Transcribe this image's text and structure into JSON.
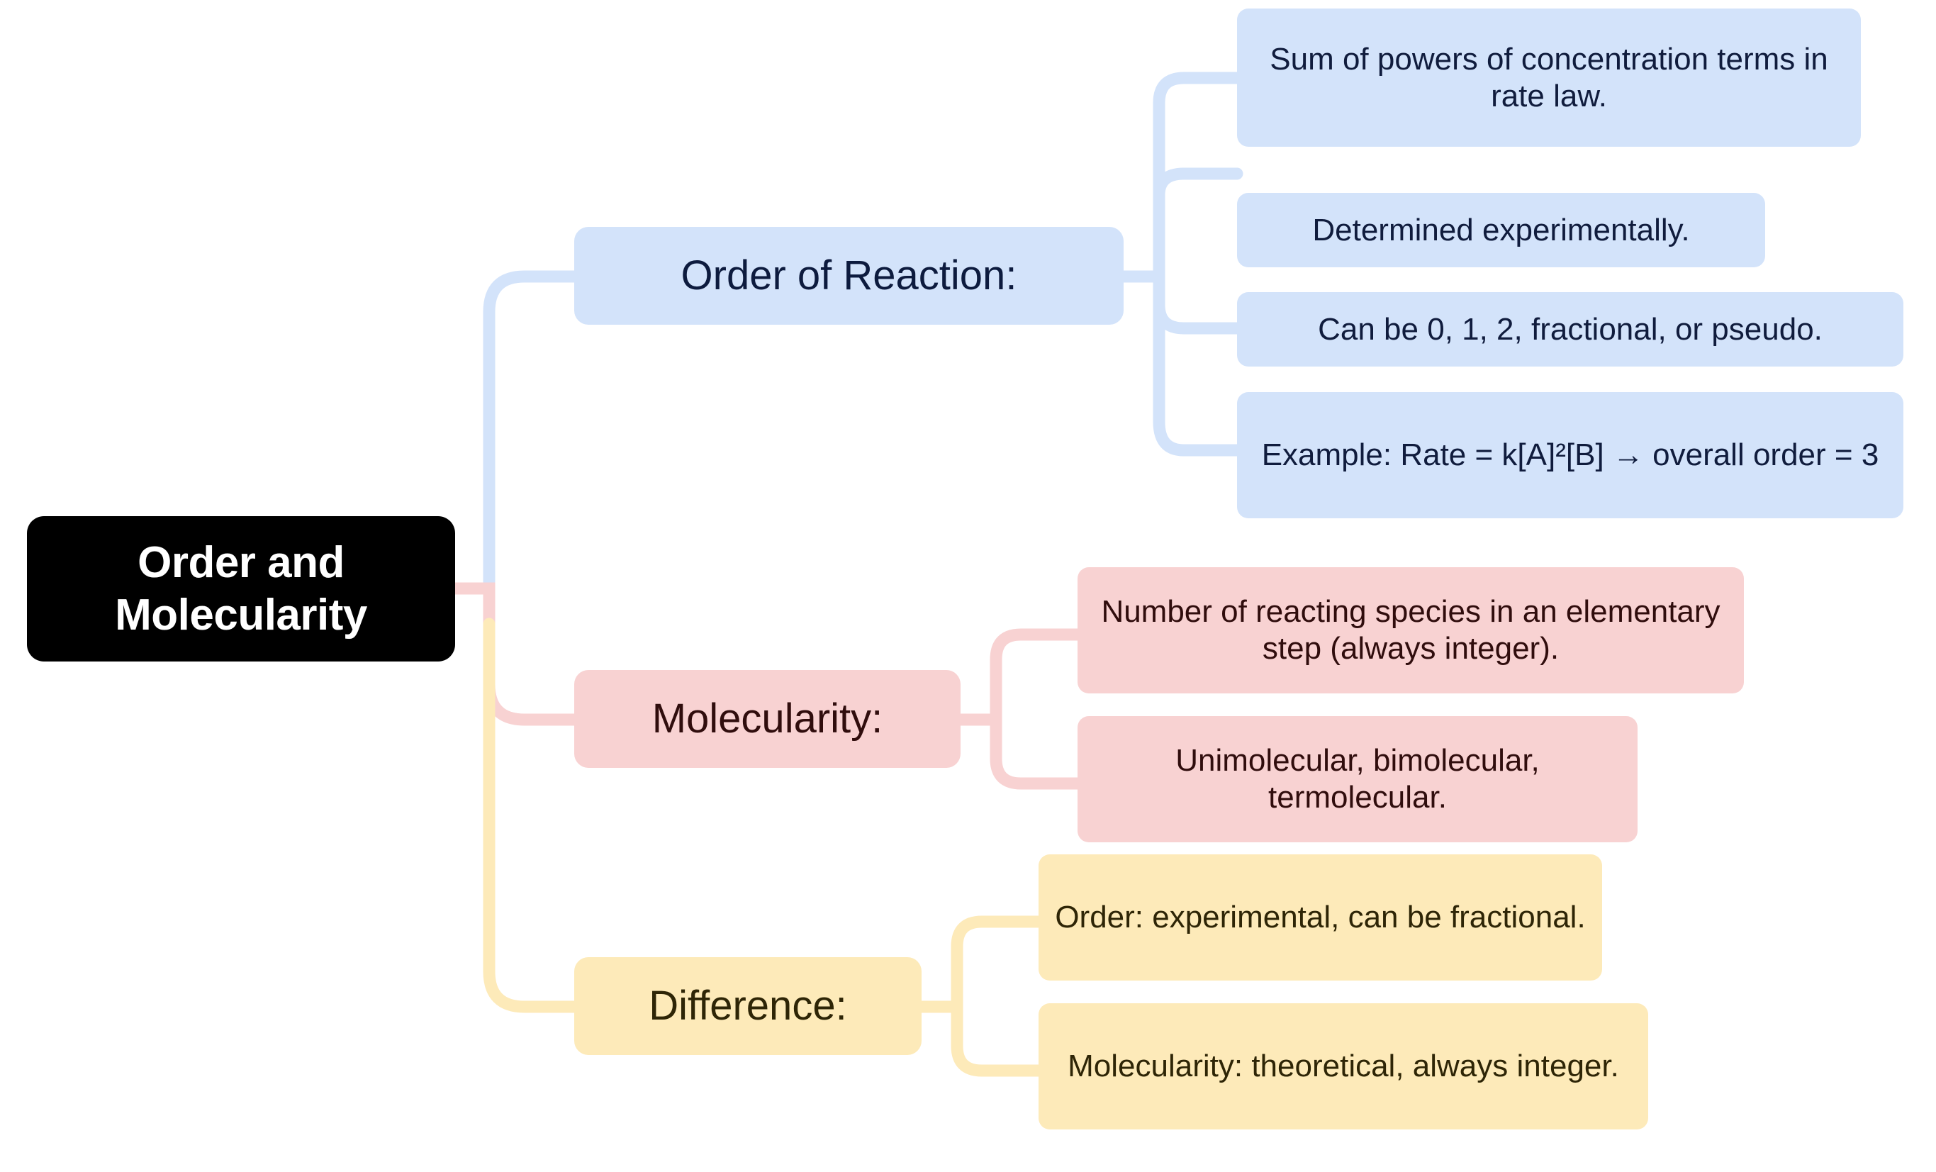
{
  "diagram": {
    "type": "mind-map",
    "title": "Order and Molecularity",
    "background": "#ffffff",
    "root": {
      "label": "Order and Molecularity",
      "fill": "#000000",
      "text_color": "#ffffff"
    },
    "branches": [
      {
        "label": "Order of Reaction:",
        "color_name": "blue",
        "fill": "#d3e3fa",
        "text_color": "#0d1b3e",
        "children": [
          {
            "label": "Sum of powers of concentration terms in rate law."
          },
          {
            "label": "Determined experimentally."
          },
          {
            "label": "Can be 0, 1, 2, fractional, or pseudo."
          },
          {
            "label": "Example: Rate = k[A]²[B] → overall order = 3"
          }
        ]
      },
      {
        "label": "Molecularity:",
        "color_name": "pink",
        "fill": "#f8d2d2",
        "text_color": "#300d0d",
        "children": [
          {
            "label": "Number of reacting species in an elementary step (always integer)."
          },
          {
            "label": "Unimolecular, bimolecular, termolecular."
          }
        ]
      },
      {
        "label": "Difference:",
        "color_name": "yellow",
        "fill": "#fdeab9",
        "text_color": "#2e2506",
        "children": [
          {
            "label": "Order: experimental, can be fractional."
          },
          {
            "label": "Molecularity: theoretical, always integer."
          }
        ]
      }
    ]
  }
}
